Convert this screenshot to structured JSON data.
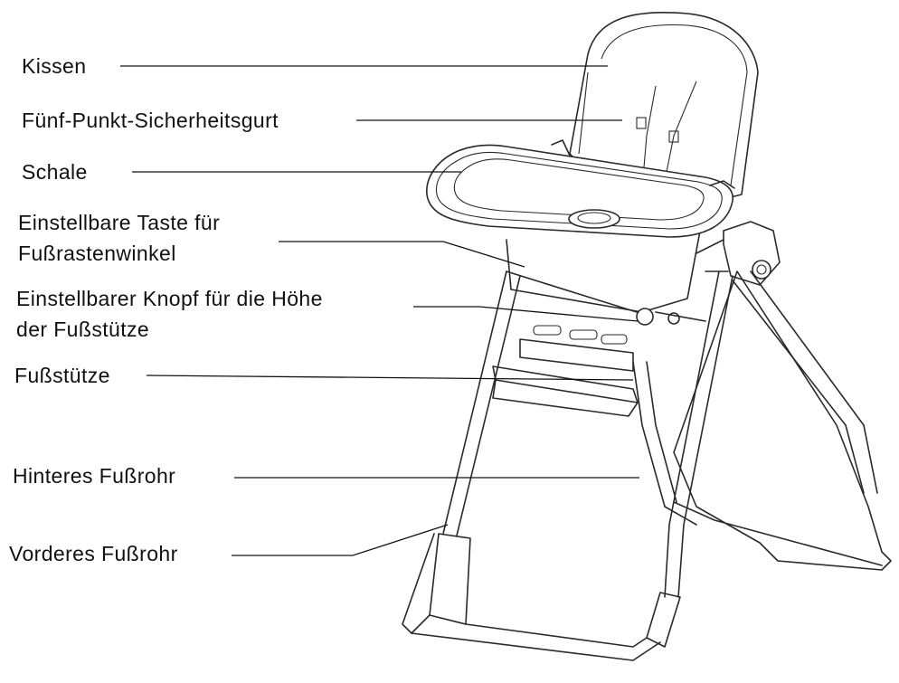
{
  "labels": {
    "cushion": "Kissen",
    "harness": "Fünf-Punkt-Sicherheitsgurt",
    "tray": "Schale",
    "angle_button_line1": "Einstellbare Taste für",
    "angle_button_line2": "Fußrastenwinkel",
    "height_knob_line1": "Einstellbarer Knopf für die Höhe",
    "height_knob_line2": "der Fußstütze",
    "footrest": "Fußstütze",
    "rear_leg": "Hinteres Fußrohr",
    "front_leg": "Vorderes Fußrohr"
  },
  "colors": {
    "line": "#2a2a2a",
    "text": "#111111",
    "background": "#ffffff"
  }
}
